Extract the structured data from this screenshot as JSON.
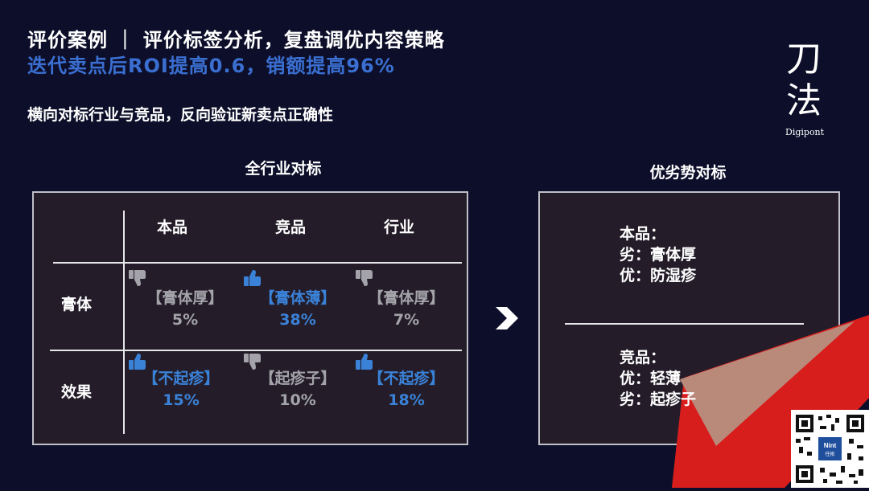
{
  "header": {
    "title": "评价案例 ｜ 评价标签分析，复盘调优内容策略",
    "highlight": "迭代卖点后ROI提高0.6，销额提高96%",
    "subtitle": "横向对标行业与竞品，反向验证新卖点正确性"
  },
  "logo": {
    "char1": "刀",
    "char2": "法",
    "brand": "Digipont"
  },
  "left_section": {
    "title": "全行业对标",
    "columns": [
      "本品",
      "竞品",
      "行业"
    ],
    "rows": [
      {
        "label": "膏体",
        "cells": [
          {
            "tag": "【膏体厚】",
            "value": "5%",
            "thumb": "thumb-down",
            "tone": "gray"
          },
          {
            "tag": "【膏体薄】",
            "value": "38%",
            "thumb": "thumb-up",
            "tone": "blue"
          },
          {
            "tag": "【膏体厚】",
            "value": "7%",
            "thumb": "thumb-down",
            "tone": "gray"
          }
        ]
      },
      {
        "label": "效果",
        "cells": [
          {
            "tag": "【不起疹】",
            "value": "15%",
            "thumb": "thumb-up",
            "tone": "blue"
          },
          {
            "tag": "【起疹子】",
            "value": "10%",
            "thumb": "thumb-down",
            "tone": "gray"
          },
          {
            "tag": "【不起疹】",
            "value": "18%",
            "thumb": "thumb-up",
            "tone": "blue"
          }
        ]
      }
    ]
  },
  "right_section": {
    "title": "优劣势对标",
    "own": {
      "heading": "本品：",
      "line1": "劣：膏体厚",
      "line2": "优：防湿疹"
    },
    "competitor": {
      "heading": "竞品：",
      "line1": "优：轻薄",
      "line2": "劣：起疹子"
    }
  },
  "colors": {
    "background": "#0d0f2a",
    "accent_blue": "#3a82d8",
    "muted_gray": "#a3a3a9",
    "accent_red": "#e0201e"
  },
  "qr": {
    "badge": "Nint",
    "badge_sub": "任拓"
  }
}
